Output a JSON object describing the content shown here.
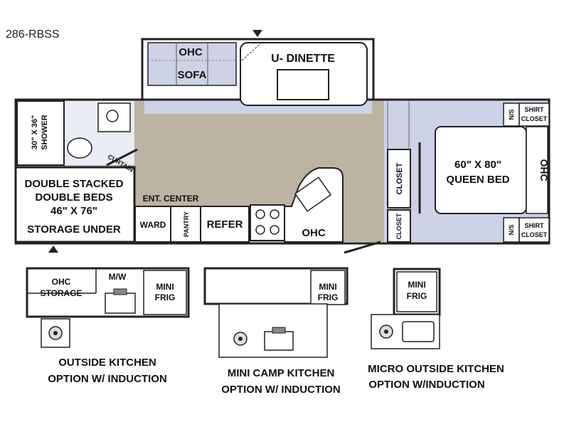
{
  "model": "286-RBSS",
  "colors": {
    "living": "#bcb3a2",
    "bedroom": "#cdd2e6",
    "wall": "#222222",
    "water": "#e9ecf4"
  },
  "main": {
    "ohc_sofa_1": "OHC",
    "ohc_sofa_2": "SOFA",
    "dinette": "U- DINETTE",
    "shower_1": "30\" X 36\"",
    "shower_2": "SHOWER",
    "curtain": "CURTAIN",
    "beds_1": "DOUBLE STACKED",
    "beds_2": "DOUBLE BEDS",
    "beds_3": "46\" X 76\"",
    "beds_4": "STORAGE UNDER",
    "ent_center": "ENT. CENTER",
    "ward": "WARD",
    "pantry": "PANTRY",
    "refer": "REFER",
    "kitchen_ohc": "OHC",
    "closet_1": "CLOSET",
    "closet_2": "CLOSET",
    "bed_1": "60\" X 80\"",
    "bed_2": "QUEEN BED",
    "bed_ohc": "OHC",
    "ns_top": "N/S",
    "ns_bottom": "N/S",
    "shirt_top_1": "SHIRT",
    "shirt_top_2": "CLOSET",
    "shirt_bottom_1": "SHIRT",
    "shirt_bottom_2": "CLOSET"
  },
  "options": {
    "outside": {
      "ohc_1": "OHC",
      "ohc_2": "STORAGE",
      "mw": "M/W",
      "frig_1": "MINI",
      "frig_2": "FRIG",
      "caption_1": "OUTSIDE KITCHEN",
      "caption_2": "OPTION W/ INDUCTION"
    },
    "mini_camp": {
      "frig_1": "MINI",
      "frig_2": "FRIG",
      "caption_1": "MINI CAMP KITCHEN",
      "caption_2": "OPTION W/ INDUCTION"
    },
    "micro": {
      "frig_1": "MINI",
      "frig_2": "FRIG",
      "caption_1": "MICRO OUTSIDE KITCHEN",
      "caption_2": "OPTION W/INDUCTION"
    }
  }
}
